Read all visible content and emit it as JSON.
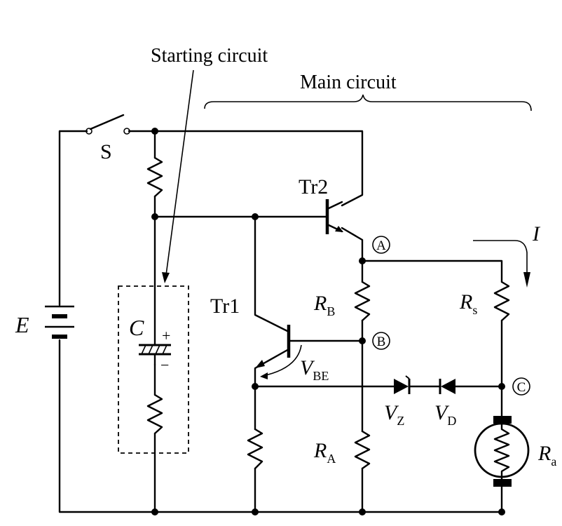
{
  "labels": {
    "starting_circuit": "Starting circuit",
    "main_circuit": "Main circuit",
    "switch": "S",
    "source": "E",
    "capacitor": "C",
    "cap_plus": "+",
    "cap_minus": "−",
    "tr1": "Tr1",
    "tr2": "Tr2",
    "rb_main": "R",
    "rb_sub": "B",
    "ra_main": "R",
    "ra_sub": "A",
    "rs_main": "R",
    "rs_sub": "s",
    "ra_motor_main": "R",
    "ra_motor_sub": "a",
    "vbe_main": "V",
    "vbe_sub": "BE",
    "vz_main": "V",
    "vz_sub": "Z",
    "vd_main": "V",
    "vd_sub": "D",
    "current": "I",
    "node_a": "A",
    "node_b": "B",
    "node_c": "C"
  }
}
